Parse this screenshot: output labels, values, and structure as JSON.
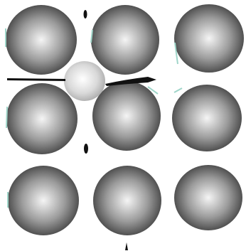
{
  "scene": {
    "background": "#ffffff",
    "sphere_shade": {
      "highlight": "#f5f5f5",
      "mid": "#9b9b9b",
      "shadow": "#3d3d3d",
      "edge_glint": "#9fd5c9"
    },
    "small_sphere_shade": {
      "highlight": "#ffffff",
      "mid": "#d9d9d9",
      "shadow": "#a8a8a8"
    },
    "marks_color": "#111111",
    "grid": {
      "rows": 3,
      "columns": 3
    },
    "icons": [
      "large-sphere",
      "small-sphere",
      "arrow-marker",
      "droplet-marker"
    ]
  }
}
